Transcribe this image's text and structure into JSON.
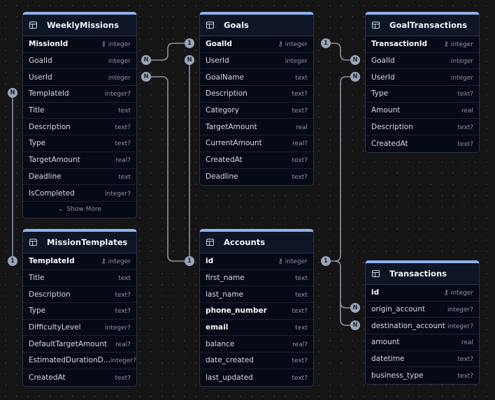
{
  "tables": [
    {
      "id": "weeklymissions",
      "name": "WeeklyMissions",
      "show_more": "Show More",
      "columns": [
        [
          "MissionId",
          "integer",
          1
        ],
        [
          "GoalId",
          "integer",
          0
        ],
        [
          "UserId",
          "integer",
          0
        ],
        [
          "TemplateId",
          "integer?",
          0
        ],
        [
          "Title",
          "text",
          0
        ],
        [
          "Description",
          "text?",
          0
        ],
        [
          "Type",
          "text?",
          0
        ],
        [
          "TargetAmount",
          "real?",
          0
        ],
        [
          "Deadline",
          "text",
          0
        ],
        [
          "IsCompleted",
          "integer?",
          0
        ]
      ]
    },
    {
      "id": "goals",
      "name": "Goals",
      "columns": [
        [
          "GoalId",
          "integer",
          1
        ],
        [
          "UserId",
          "integer",
          0
        ],
        [
          "GoalName",
          "text",
          0
        ],
        [
          "Description",
          "text?",
          0
        ],
        [
          "Category",
          "text?",
          0
        ],
        [
          "TargetAmount",
          "real",
          0
        ],
        [
          "CurrentAmount",
          "real?",
          0
        ],
        [
          "CreatedAt",
          "text?",
          0
        ],
        [
          "Deadline",
          "text?",
          0
        ]
      ]
    },
    {
      "id": "goaltransactions",
      "name": "GoalTransactions",
      "columns": [
        [
          "TransactionId",
          "integer",
          1
        ],
        [
          "GoalId",
          "integer",
          0
        ],
        [
          "UserId",
          "integer",
          0
        ],
        [
          "Type",
          "text?",
          0
        ],
        [
          "Amount",
          "real",
          0
        ],
        [
          "Description",
          "text?",
          0
        ],
        [
          "CreatedAt",
          "text?",
          0
        ]
      ]
    },
    {
      "id": "missiontemplates",
      "name": "MissionTemplates",
      "columns": [
        [
          "TemplateId",
          "integer",
          1
        ],
        [
          "Title",
          "text",
          0
        ],
        [
          "Description",
          "text?",
          0
        ],
        [
          "Type",
          "text?",
          0
        ],
        [
          "DifficultyLevel",
          "integer?",
          0
        ],
        [
          "DefaultTargetAmount",
          "real?",
          0
        ],
        [
          "EstimatedDurationD...",
          "integer?",
          0
        ],
        [
          "CreatedAt",
          "text?",
          0
        ]
      ]
    },
    {
      "id": "accounts",
      "name": "Accounts",
      "columns": [
        [
          "id",
          "integer",
          1
        ],
        [
          "first_name",
          "text",
          0
        ],
        [
          "last_name",
          "text",
          0
        ],
        [
          "phone_number",
          "text?",
          2
        ],
        [
          "email",
          "text",
          2
        ],
        [
          "balance",
          "real?",
          0
        ],
        [
          "date_created",
          "text?",
          0
        ],
        [
          "last_updated",
          "text?",
          0
        ]
      ]
    },
    {
      "id": "transactions",
      "name": "Transactions",
      "columns": [
        [
          "id",
          "integer",
          1
        ],
        [
          "origin_account",
          "integer?",
          0
        ],
        [
          "destination_account",
          "integer?",
          0
        ],
        [
          "amount",
          "real",
          0
        ],
        [
          "datetime",
          "text?",
          0
        ],
        [
          "business_type",
          "text?",
          0
        ]
      ]
    }
  ],
  "badges": {
    "one": "1",
    "many": "N"
  },
  "colors": {
    "header_accent": "#8fb3ee",
    "connector": "#8b95a5"
  }
}
